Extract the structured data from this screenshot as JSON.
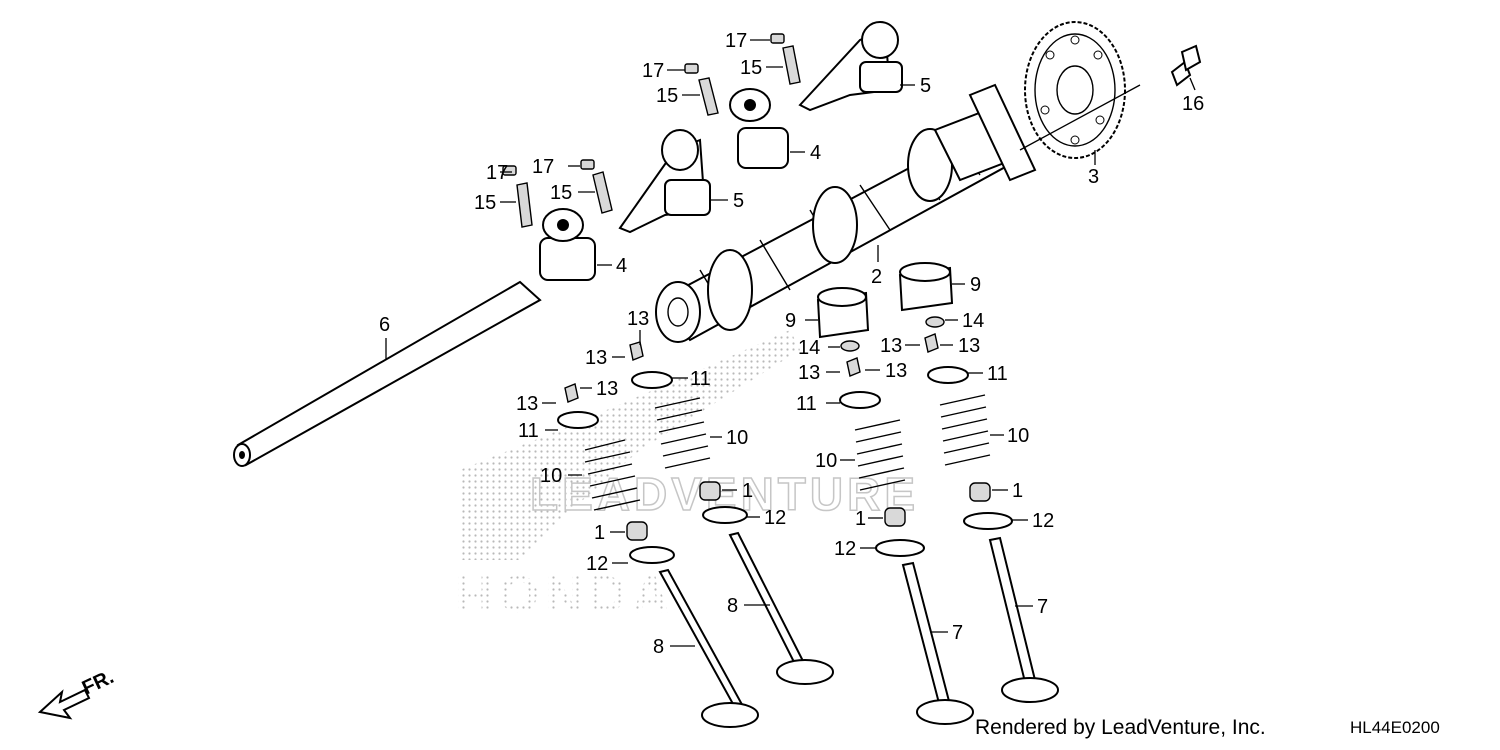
{
  "diagram": {
    "watermark_word": "HONDA",
    "watermark_brand": "LEADVENTURE",
    "front_indicator": "FR.",
    "credit": "Rendered by LeadVenture, Inc.",
    "code": "HL44E0200",
    "callouts": {
      "c1": "1",
      "c2": "2",
      "c3": "3",
      "c4": "4",
      "c5": "5",
      "c6": "6",
      "c7": "7",
      "c8": "8",
      "c9": "9",
      "c10": "10",
      "c11": "11",
      "c12": "12",
      "c13": "13",
      "c14": "14",
      "c15": "15",
      "c16": "16",
      "c17": "17"
    }
  }
}
